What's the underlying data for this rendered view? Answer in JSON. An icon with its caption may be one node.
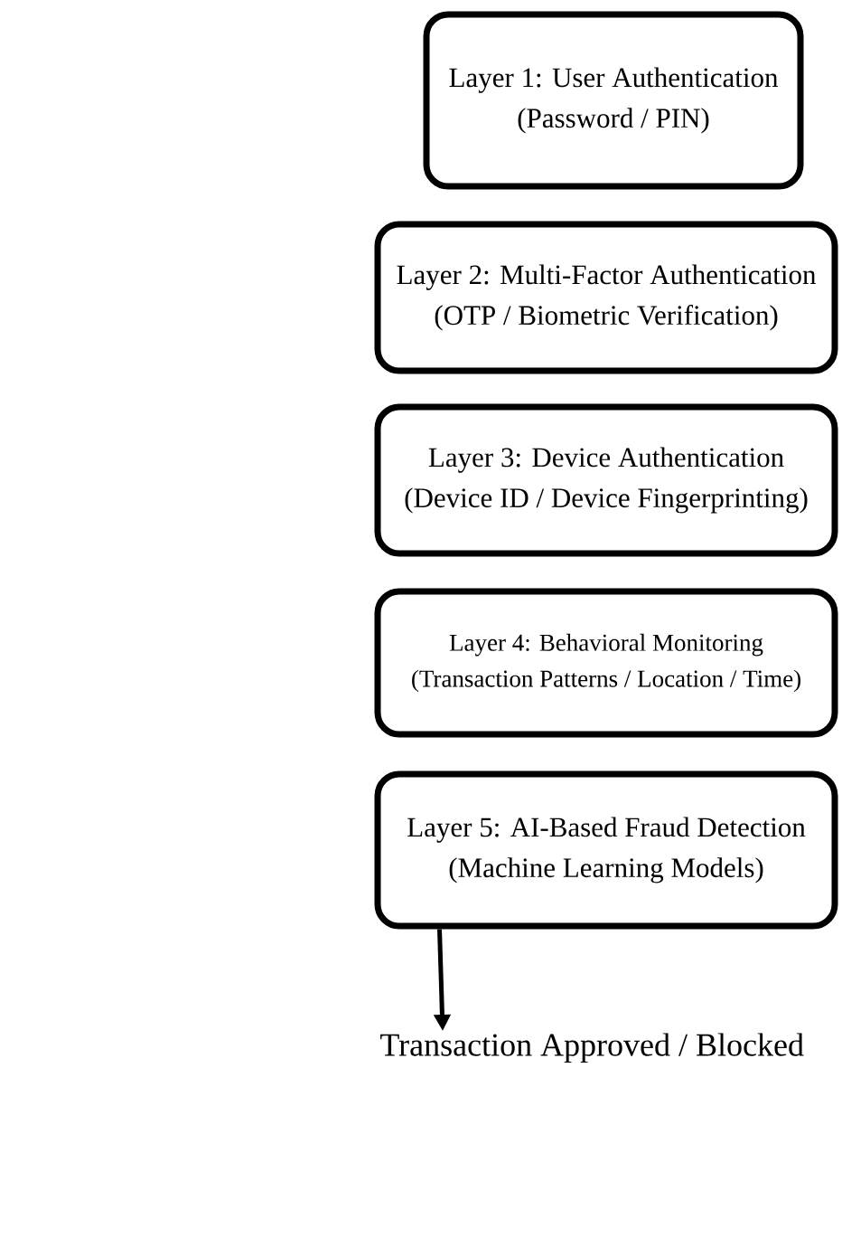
{
  "diagram": {
    "nodes": [
      {
        "text": [
          "Layer 1: User Authentication",
          "(Password / PIN)"
        ]
      },
      {
        "text": [
          "Layer 2: Multi-Factor Authentication",
          "(OTP / Biometric Verification)"
        ]
      },
      {
        "text": [
          "Layer 3: Device Authentication",
          "(Device ID / Device Fingerprinting)"
        ]
      },
      {
        "text": [
          "Layer 4: Behavioral Monitoring",
          "(Transaction Patterns / Location / Time)"
        ]
      },
      {
        "text": [
          "Layer 5: AI-Based Fraud Detection",
          "(Machine Learning Models)"
        ]
      },
      {
        "text": [
          "Transaction Approved / Blocked"
        ]
      }
    ],
    "edges": [
      {
        "from": 4,
        "to": 5,
        "arrow": "to"
      }
    ]
  }
}
